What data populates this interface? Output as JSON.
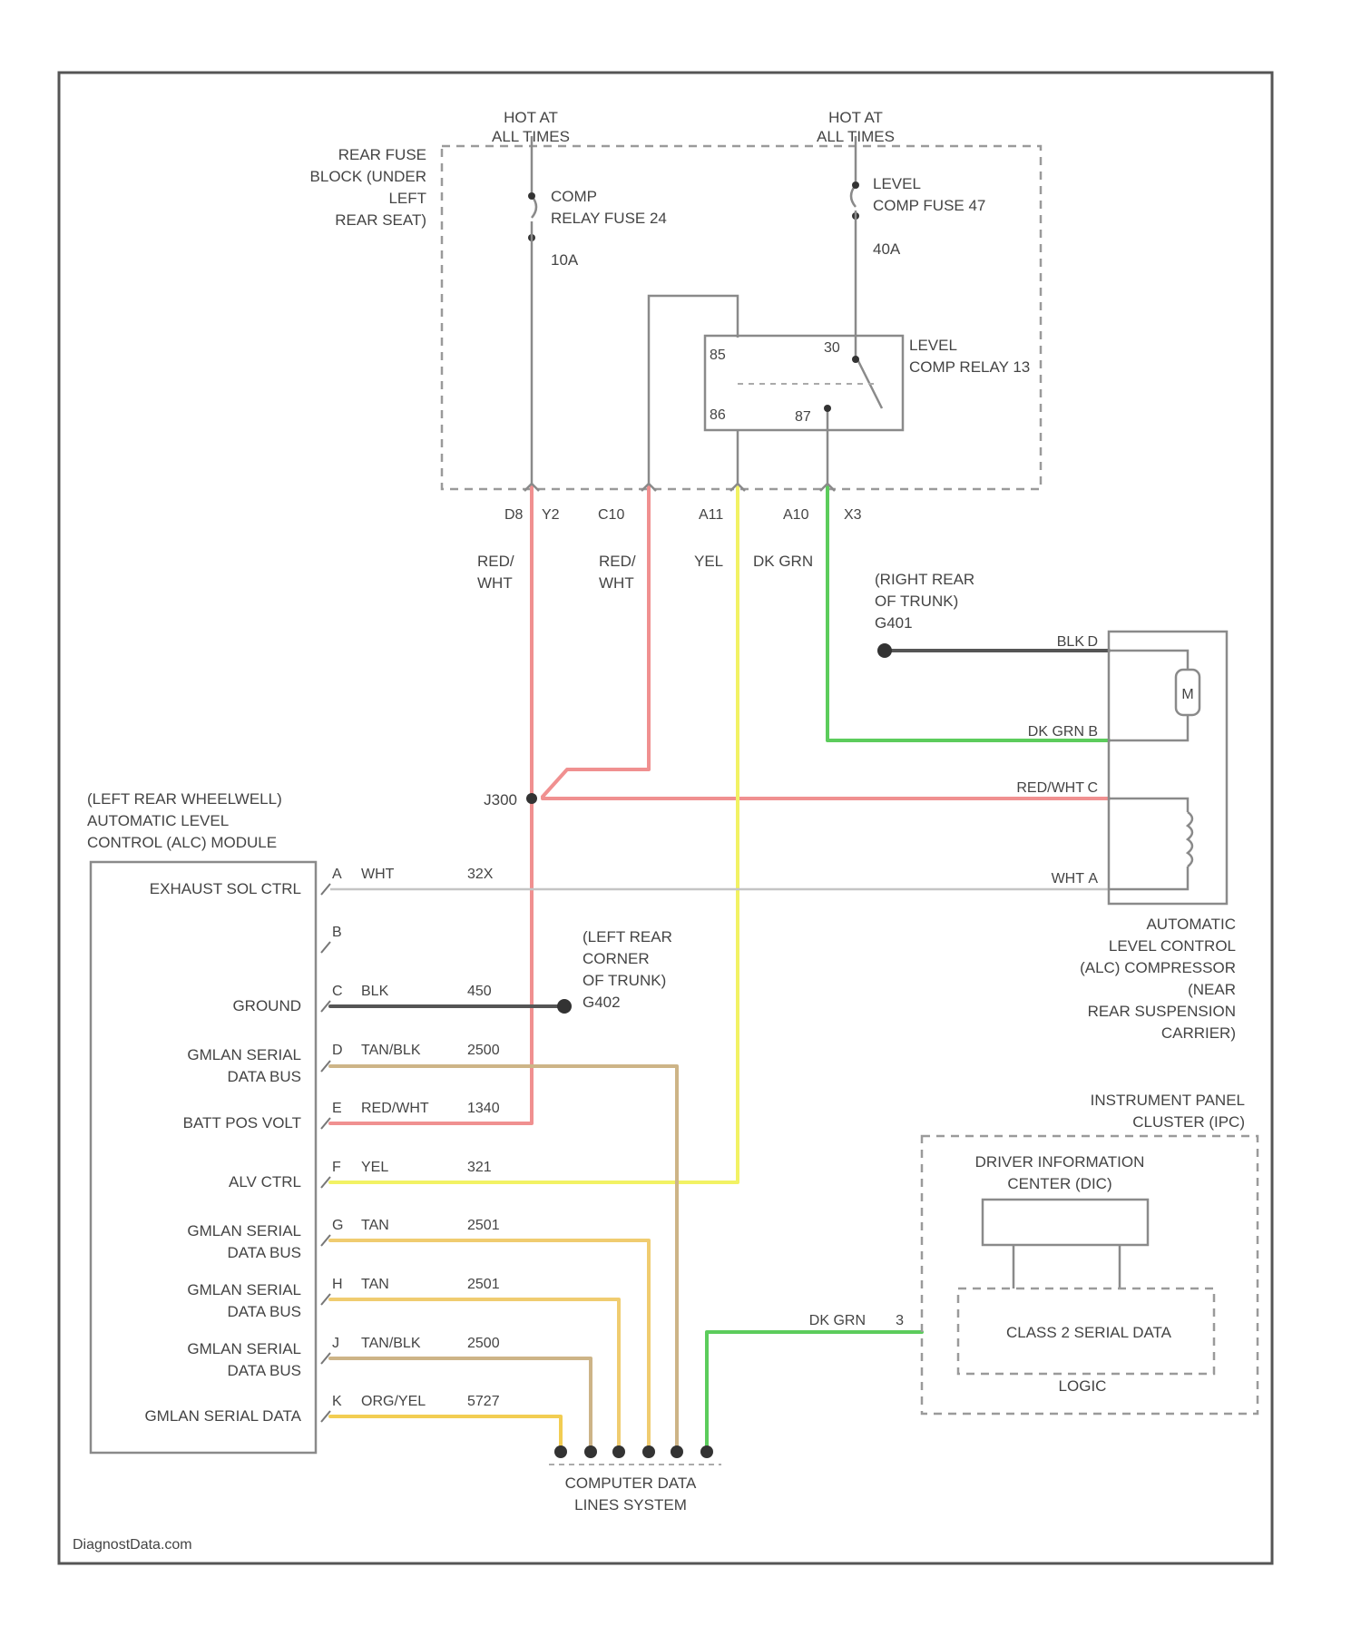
{
  "power": {
    "hot_left": [
      "HOT AT",
      "ALL TIMES"
    ],
    "hot_right": [
      "HOT AT",
      "ALL TIMES"
    ],
    "fuse_block": [
      "REAR FUSE",
      "BLOCK (UNDER",
      "LEFT",
      "REAR SEAT)"
    ],
    "fuse1": [
      "COMP",
      "RELAY FUSE 24"
    ],
    "fuse1_amp": "10A",
    "fuse2": [
      "LEVEL",
      "COMP FUSE 47"
    ],
    "fuse2_amp": "40A",
    "relay": [
      "LEVEL",
      "COMP RELAY 13"
    ],
    "relay_pins": [
      "85",
      "86",
      "30",
      "87"
    ]
  },
  "connectors": [
    "D8",
    "Y2",
    "C10",
    "A11",
    "A10",
    "X3"
  ],
  "wires_top": {
    "w1": [
      "RED/",
      "WHT"
    ],
    "w2": [
      "RED/",
      "WHT"
    ],
    "w3": "YEL",
    "w4": "DK GRN"
  },
  "ground_right": [
    "(RIGHT REAR",
    "OF TRUNK)",
    "G401"
  ],
  "splice": "J300",
  "compressor": {
    "pins": [
      {
        "color": "BLK",
        "pin": "D"
      },
      {
        "color": "DK GRN",
        "pin": "B"
      },
      {
        "color": "RED/WHT",
        "pin": "C"
      },
      {
        "color": "WHT",
        "pin": "A"
      }
    ],
    "motor": "M",
    "label": [
      "AUTOMATIC",
      "LEVEL CONTROL",
      "(ALC) COMPRESSOR",
      "(NEAR",
      "REAR SUSPENSION",
      "CARRIER)"
    ]
  },
  "module": {
    "label": [
      "(LEFT REAR WHEELWELL)",
      "AUTOMATIC LEVEL",
      "CONTROL (ALC) MODULE"
    ],
    "pins": [
      {
        "name": [
          "EXHAUST SOL CTRL"
        ],
        "pin": "A",
        "color": "WHT",
        "circuit": "32X"
      },
      {
        "name": [],
        "pin": "B",
        "color": "",
        "circuit": ""
      },
      {
        "name": [
          "GROUND"
        ],
        "pin": "C",
        "color": "BLK",
        "circuit": "450"
      },
      {
        "name": [
          "GMLAN SERIAL",
          "DATA BUS"
        ],
        "pin": "D",
        "color": "TAN/BLK",
        "circuit": "2500"
      },
      {
        "name": [
          "BATT POS VOLT"
        ],
        "pin": "E",
        "color": "RED/WHT",
        "circuit": "1340"
      },
      {
        "name": [
          "ALV CTRL"
        ],
        "pin": "F",
        "color": "YEL",
        "circuit": "321"
      },
      {
        "name": [
          "GMLAN SERIAL",
          "DATA BUS"
        ],
        "pin": "G",
        "color": "TAN",
        "circuit": "2501"
      },
      {
        "name": [
          "GMLAN SERIAL",
          "DATA BUS"
        ],
        "pin": "H",
        "color": "TAN",
        "circuit": "2501"
      },
      {
        "name": [
          "GMLAN SERIAL",
          "DATA BUS"
        ],
        "pin": "J",
        "color": "TAN/BLK",
        "circuit": "2500"
      },
      {
        "name": [
          "GMLAN SERIAL DATA"
        ],
        "pin": "K",
        "color": "ORG/YEL",
        "circuit": "5727"
      }
    ]
  },
  "ground_left": [
    "(LEFT REAR",
    "CORNER",
    "OF TRUNK)",
    "G402"
  ],
  "cluster": {
    "label": [
      "INSTRUMENT PANEL",
      "CLUSTER (IPC)"
    ],
    "dic": [
      "DRIVER INFORMATION",
      "CENTER (DIC)"
    ],
    "serial": "CLASS 2 SERIAL DATA",
    "logic": "LOGIC",
    "wire_color": "DK GRN",
    "wire_pin": "3"
  },
  "data_lines": [
    "COMPUTER DATA",
    "LINES SYSTEM"
  ],
  "watermark": "DiagnostData.com",
  "colors": {
    "red": "#f09090",
    "green": "#5ccc5c",
    "yellow": "#f2f264",
    "tan": "#cdb487",
    "tan_light": "#f0cc70",
    "orange_yellow": "#f2cd52",
    "black": "#555555",
    "white_wire": "#c4c4c4"
  }
}
